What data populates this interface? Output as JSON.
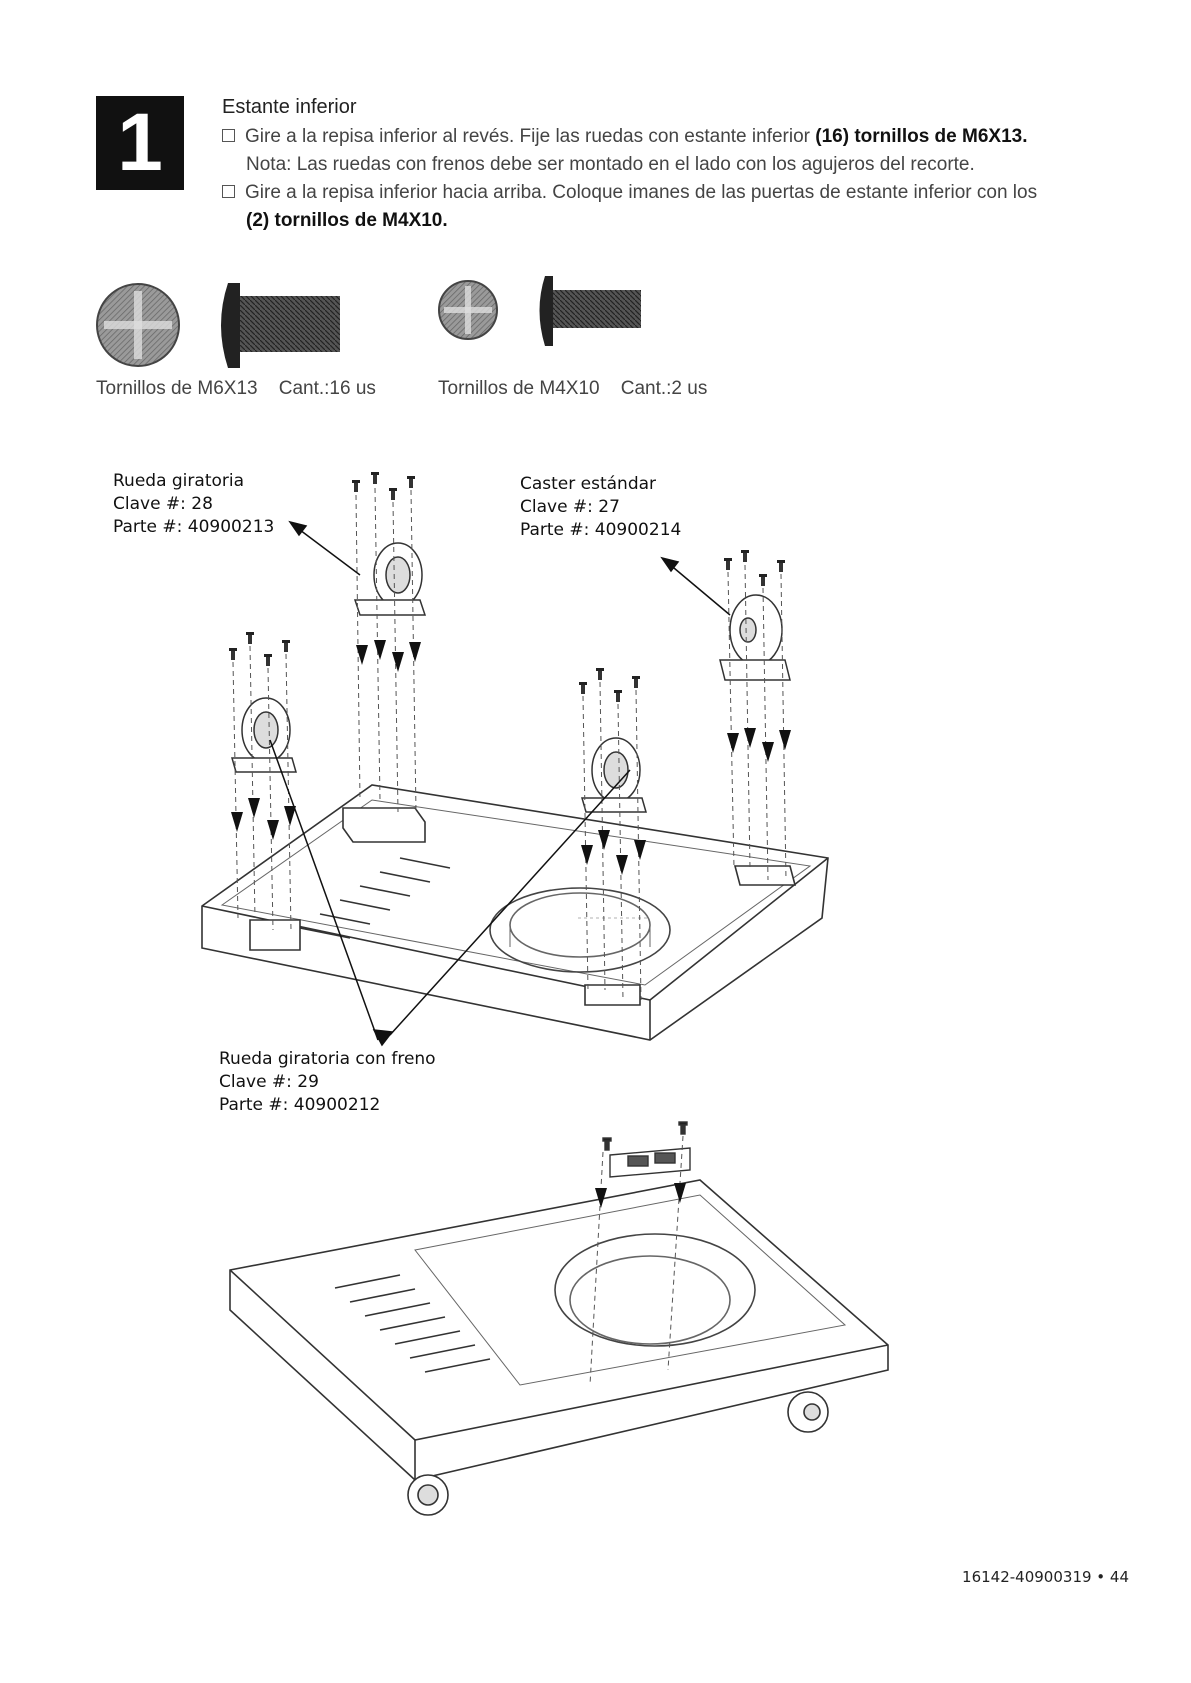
{
  "step": {
    "number": "1"
  },
  "instructions": {
    "title": "Estante inferior",
    "line1_a": "Gire a la repisa inferior al revés. Fije las ruedas con estante inferior ",
    "line1_b": "(16) tornillos de M6X13.",
    "line2": "Nota: Las ruedas con frenos debe ser montado en el lado con los agujeros del recorte.",
    "line3": "Gire a la repisa inferior hacia arriba. Coloque imanes de las puertas de estante inferior con los",
    "line4": "(2) tornillos de M4X10."
  },
  "hardware": [
    {
      "name": "Tornillos de M6X13",
      "qty": "Cant.:16 us",
      "icon": "screw-m6x13-icon"
    },
    {
      "name": "Tornillos de M4X10",
      "qty": "Cant.:2 us",
      "icon": "screw-m4x10-icon"
    }
  ],
  "callouts": {
    "swivel": {
      "name": "Rueda giratoria",
      "key": "Clave #: 28",
      "part": "Parte #: 40900213"
    },
    "standard": {
      "name": "Caster estándar",
      "key": "Clave #: 27",
      "part": "Parte #: 40900214"
    },
    "brake": {
      "name": "Rueda giratoria con freno",
      "key": "Clave #: 29",
      "part": "Parte #: 40900212"
    }
  },
  "footer": {
    "page": "16142-40900319 • 44"
  }
}
